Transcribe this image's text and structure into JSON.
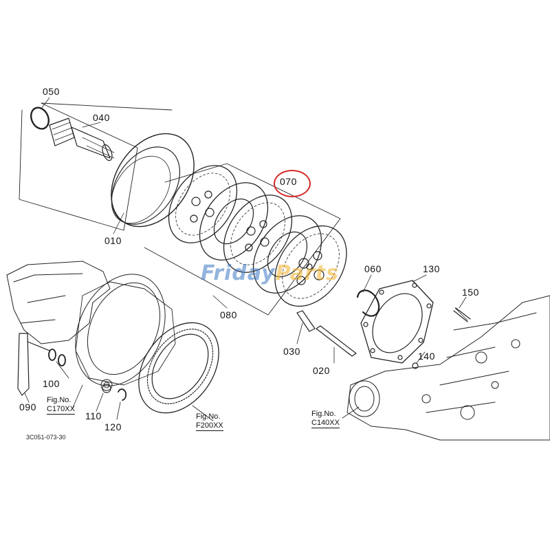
{
  "parts": [
    {
      "id": "p050",
      "label": "050"
    },
    {
      "id": "p040",
      "label": "040"
    },
    {
      "id": "p070",
      "label": "070",
      "highlighted": true
    },
    {
      "id": "p010",
      "label": "010"
    },
    {
      "id": "p060",
      "label": "060"
    },
    {
      "id": "p130",
      "label": "130"
    },
    {
      "id": "p150",
      "label": "150"
    },
    {
      "id": "p080",
      "label": "080"
    },
    {
      "id": "p030",
      "label": "030"
    },
    {
      "id": "p140",
      "label": "140"
    },
    {
      "id": "p020",
      "label": "020"
    },
    {
      "id": "p100",
      "label": "100"
    },
    {
      "id": "p090",
      "label": "090"
    },
    {
      "id": "p110",
      "label": "110"
    },
    {
      "id": "p120",
      "label": "120"
    }
  ],
  "figure_refs": [
    {
      "id": "f1",
      "caption": "Fig.No.",
      "number": "C170XX"
    },
    {
      "id": "f2",
      "caption": "Fig.No.",
      "number": "F200XX"
    },
    {
      "id": "f3",
      "caption": "Fig.No.",
      "number": "C140XX"
    }
  ],
  "document_code": "3C051-073-30",
  "watermark": {
    "part_a": "Friday",
    "part_b": "Parts"
  },
  "colors": {
    "line": "#222222",
    "highlight": "#d62828",
    "watermark_blue": "#3b78c4",
    "watermark_yellow": "#f2b22b"
  }
}
